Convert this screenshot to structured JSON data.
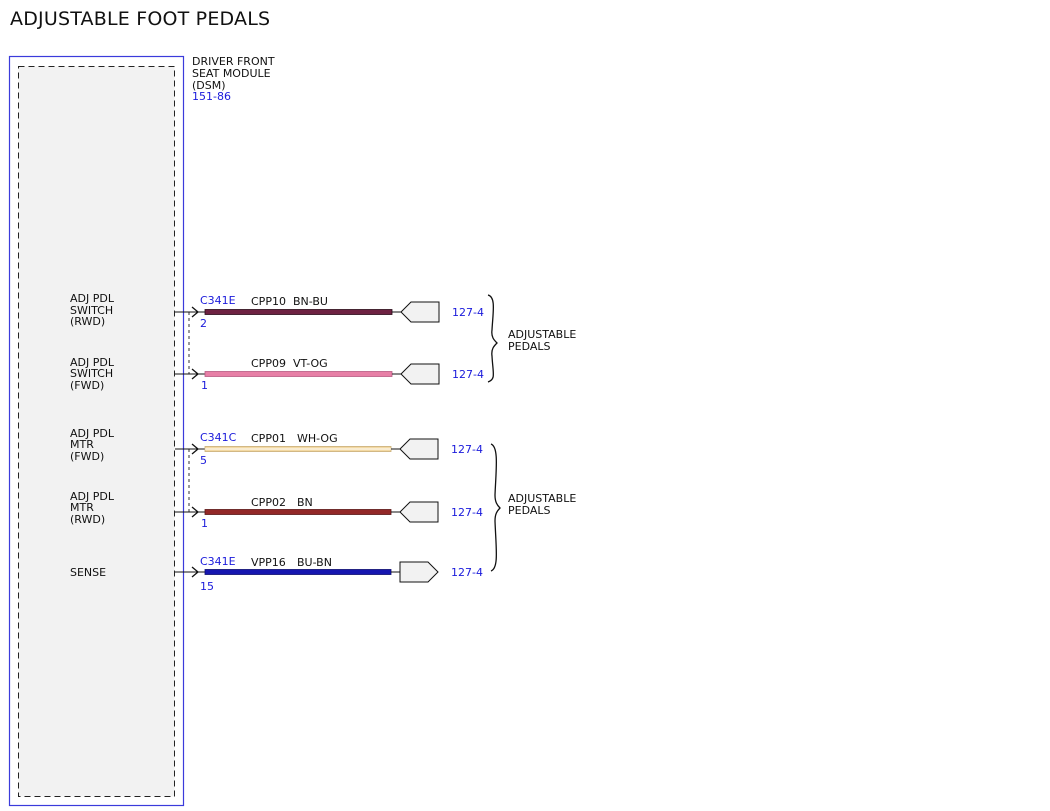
{
  "title": "ADJUSTABLE FOOT PEDALS",
  "module": {
    "name_lines": [
      "DRIVER FRONT",
      "SEAT MODULE",
      "(DSM)"
    ],
    "ref": "151-86",
    "border_color": "#3b3bdb"
  },
  "pins": [
    {
      "label_lines": [
        "ADJ PDL",
        "SWITCH",
        "(RWD)"
      ],
      "connector": "C341E",
      "pin": "2",
      "circuit": "CPP10",
      "wire_color": "BN-BU",
      "wire_hex": "#6e2242",
      "ref": "127-4"
    },
    {
      "label_lines": [
        "ADJ PDL",
        "SWITCH",
        "(FWD)"
      ],
      "connector": "",
      "pin": "1",
      "circuit": "CPP09",
      "wire_color": "VT-OG",
      "wire_hex": "#e77fa6",
      "ref": "127-4"
    },
    {
      "label_lines": [
        "ADJ PDL",
        "MTR",
        "(FWD)"
      ],
      "connector": "C341C",
      "pin": "5",
      "circuit": "CPP01",
      "wire_color": "WH-OG",
      "wire_hex": "#f3d9a3",
      "ref": "127-4"
    },
    {
      "label_lines": [
        "ADJ PDL",
        "MTR",
        "(RWD)"
      ],
      "connector": "",
      "pin": "1",
      "circuit": "CPP02",
      "wire_color": "BN",
      "wire_hex": "#932828",
      "ref": "127-4"
    },
    {
      "label_lines": [
        "SENSE"
      ],
      "connector": "C341E",
      "pin": "15",
      "circuit": "VPP16",
      "wire_color": "BU-BN",
      "wire_hex": "#1616b0",
      "ref": "127-4"
    }
  ],
  "groups": [
    {
      "label_lines": [
        "ADJUSTABLE",
        "PEDALS"
      ]
    },
    {
      "label_lines": [
        "ADJUSTABLE",
        "PEDALS"
      ]
    }
  ]
}
